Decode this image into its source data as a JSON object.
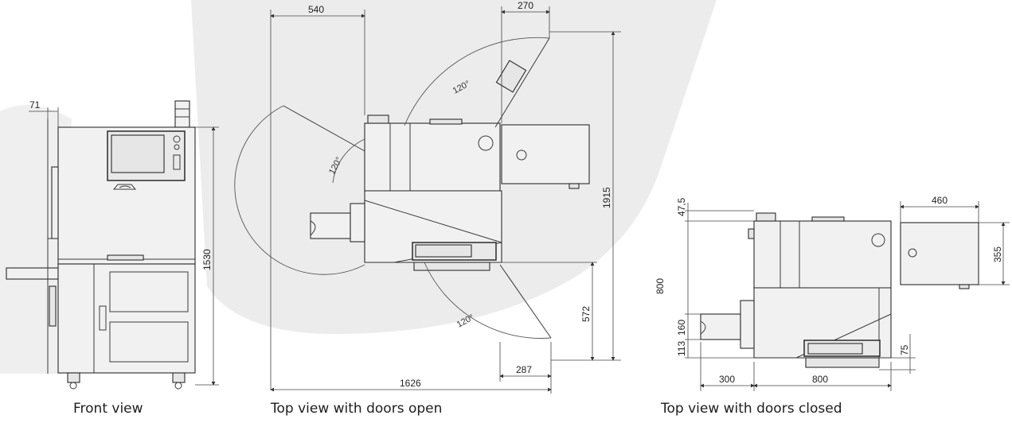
{
  "captions": {
    "front": "Front view",
    "top_open": "Top view with doors open",
    "top_closed": "Top view with doors closed"
  },
  "front_dims": {
    "width_offset": "71",
    "height": "1530"
  },
  "open_dims": {
    "left_door": "540",
    "right_door_top": "270",
    "total_depth": "1915",
    "lower_door": "572",
    "lower_door_width": "287",
    "total_width": "1626",
    "angle_top": "120°",
    "angle_left": "120°",
    "angle_bottom": "120°"
  },
  "closed_dims": {
    "top_offset": "47,5",
    "height": "800",
    "drawer": "160",
    "bottom_offset": "113",
    "unit_width": "460",
    "unit_height": "355",
    "foot": "75",
    "left_ext": "300",
    "body_width": "800"
  },
  "colors": {
    "background": "#ffffff",
    "line": "#2b2b2b",
    "shadow": "#d6d6d6"
  }
}
